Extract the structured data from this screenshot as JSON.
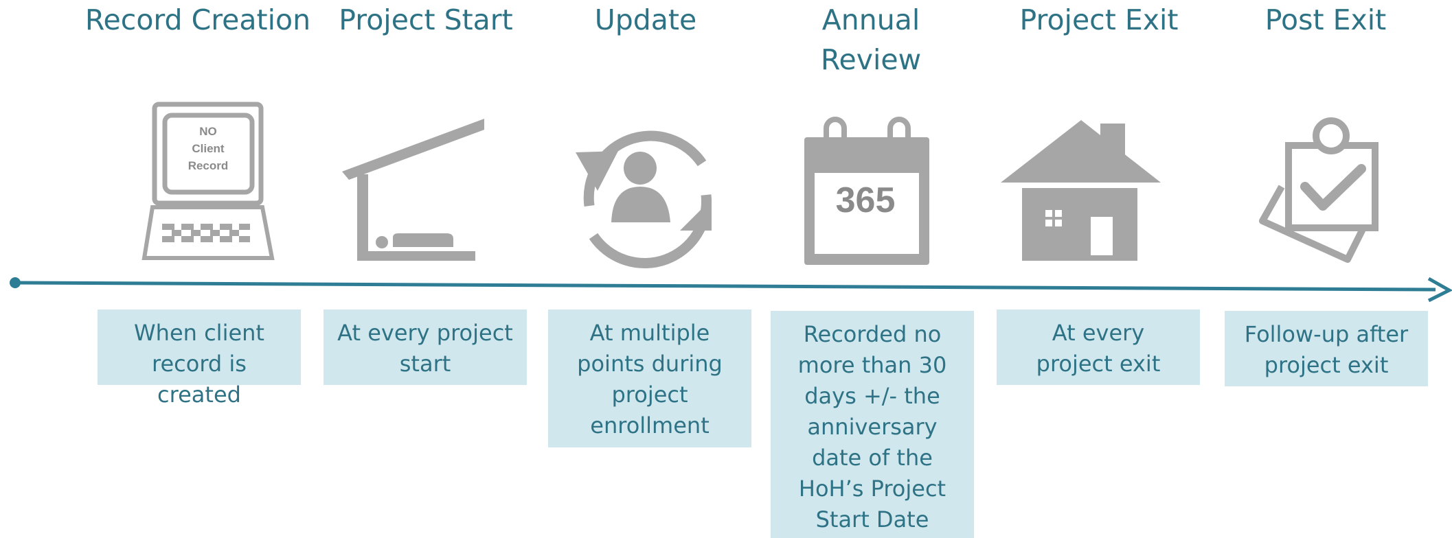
{
  "colors": {
    "accent": "#2e7385",
    "timeline": "#2f7d95",
    "box_fill": "#d1e7ee",
    "icon_gray": "#a6a6a6"
  },
  "stages": [
    {
      "title": "Record Creation",
      "icon": "computer-icon",
      "description": "When client record is created",
      "icon_text": [
        "NO",
        "Client",
        "Record"
      ]
    },
    {
      "title": "Project Start",
      "icon": "shelter-icon",
      "description": "At every project start"
    },
    {
      "title": "Update",
      "icon": "user-refresh-icon",
      "description": "At multiple points during project enrollment"
    },
    {
      "title": "Annual Review",
      "icon": "calendar-icon",
      "description": "Recorded no more than 30 days +/- the anniversary date of the HoH’s Project Start Date",
      "icon_text": [
        "365"
      ]
    },
    {
      "title": "Project Exit",
      "icon": "house-icon",
      "description": "At every project exit"
    },
    {
      "title": "Post Exit",
      "icon": "clipboard-check-icon",
      "description": "Follow-up after project exit"
    }
  ]
}
